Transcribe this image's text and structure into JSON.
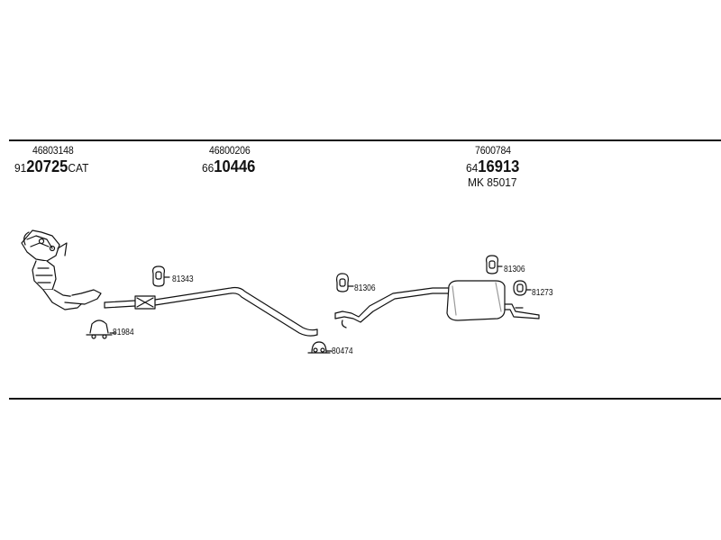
{
  "groups": [
    {
      "oe_number": "46803148",
      "code_prefix": "91",
      "code_main": "20725",
      "code_suffix": "CAT"
    },
    {
      "oe_number": "46800206",
      "code_prefix": "66",
      "code_main": "10446",
      "code_suffix": ""
    },
    {
      "oe_number": "7600784",
      "code_prefix": "64",
      "code_main": "16913",
      "code_suffix": "",
      "kit": "MK  85017"
    }
  ],
  "callouts": {
    "clamp_front": "81984",
    "hanger_front": "81343",
    "clamp_mid": "80474",
    "hanger_mid": "81306",
    "hanger_rear": "81306",
    "hanger_tail": "81273"
  },
  "colors": {
    "line": "#111111",
    "part_fill": "#ffffff",
    "shade": "#9a9a9a"
  }
}
